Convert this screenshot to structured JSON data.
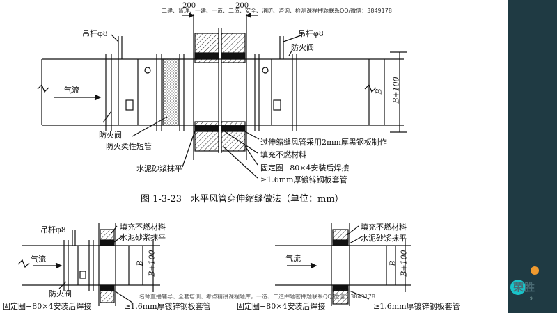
{
  "header": {
    "watermark": "二建、监理、一建、一造、二造、安全、消防、咨询、检测课程押题联系QQ/微信：3849178",
    "dim_left": "200",
    "dim_right": "200"
  },
  "top_figure": {
    "label_hanger_left": "吊杆φ8",
    "label_hanger_right": "吊杆φ8",
    "label_damper_right": "防火阀",
    "label_airflow": "气流",
    "label_damper_left": "防火阀",
    "label_flex": "防火柔性短管",
    "label_mortar": "水泥砂浆抹平",
    "label_duct": "过伸缩缝风管采用2mm厚黑钢板制作",
    "label_fill": "填充不燃材料",
    "label_ring": "固定圈−80×4安装后焊接",
    "label_sleeve": "≥1.6mm厚镀锌钢板套管",
    "dim_b": "B",
    "dim_b100": "B+100"
  },
  "caption": {
    "text": "图 1-3-23　水平风管穿伸缩缝做法（单位：mm）"
  },
  "bottom_left": {
    "label_hanger": "吊杆φ8",
    "label_fill": "填充不燃材料",
    "label_mortar": "水泥砂浆抹平",
    "label_airflow": "气流",
    "label_damper": "防火阀",
    "label_ring": "固定圈−80×4安装后焊接",
    "label_sleeve": "≥1.6mm厚镀锌钢板套管",
    "dim_b": "B",
    "dim_b100": "B+100"
  },
  "bottom_right": {
    "label_fill": "填充不燃材料",
    "label_mortar": "水泥砂浆抹平",
    "label_airflow": "气流",
    "label_ring": "固定圈−80×4安装后焊接",
    "label_sleeve": "≥1.6mm厚镀锌钢板套管",
    "dim_b": "B",
    "dim_b100": "B+100"
  },
  "footer": {
    "watermark": "名师直播辅导、全套培训、考点精讲课程题库，一造、二造押题密押题联系QQ/微信：3849178"
  },
  "brand": {
    "logo_text": "荣胜",
    "page_number": "9",
    "sidebar_color": "#1f3a43",
    "dot_teal": "#19c3c9",
    "dot_orange": "#f09a2f"
  }
}
